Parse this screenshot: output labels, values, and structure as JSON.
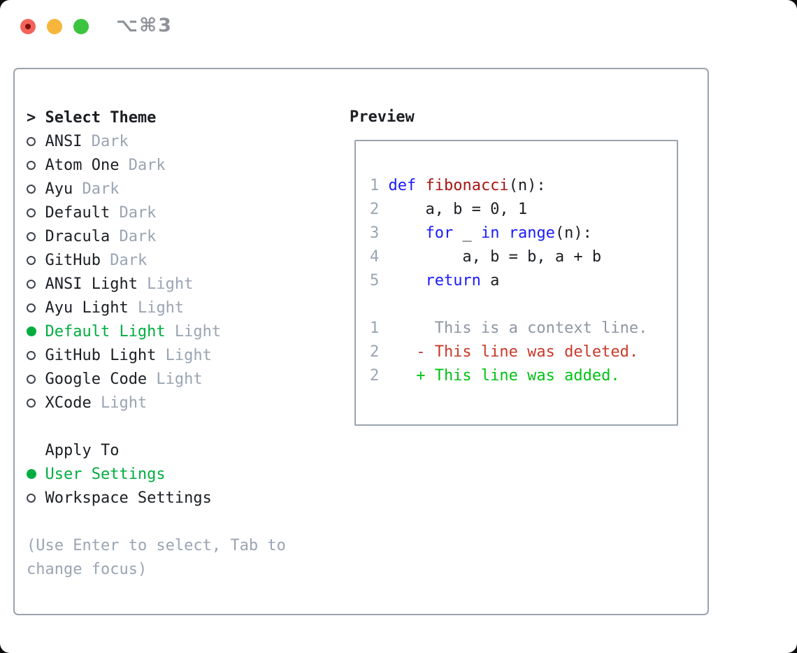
{
  "window": {
    "title": "⌥⌘3"
  },
  "colors": {
    "page-bg": "#0b0b0c",
    "window-bg": "#ffffff",
    "border": "#9aa3ae",
    "text": "#1b1e23",
    "muted": "#9aa4b2",
    "ctx": "#8e97a2",
    "green": "#00ad40",
    "add": "#00c214",
    "del": "#c9392a",
    "kw": "#1a1aff",
    "fn": "#a81414",
    "title-col": "#8e9298",
    "light-red": "#f2635a",
    "light-red-dot": "#79100c",
    "light-yellow": "#f5b63b",
    "light-green": "#3dc43e",
    "radio": "#3f454c"
  },
  "left": {
    "header_marker": ">",
    "header_label": "Select Theme",
    "themes": [
      {
        "name": "ANSI",
        "variant": "Dark",
        "selected": false
      },
      {
        "name": "Atom One",
        "variant": "Dark",
        "selected": false
      },
      {
        "name": "Ayu",
        "variant": "Dark",
        "selected": false
      },
      {
        "name": "Default",
        "variant": "Dark",
        "selected": false
      },
      {
        "name": "Dracula",
        "variant": "Dark",
        "selected": false
      },
      {
        "name": "GitHub",
        "variant": "Dark",
        "selected": false
      },
      {
        "name": "ANSI Light",
        "variant": "Light",
        "selected": false
      },
      {
        "name": "Ayu Light",
        "variant": "Light",
        "selected": false
      },
      {
        "name": "Default Light",
        "variant": "Light",
        "selected": true
      },
      {
        "name": "GitHub Light",
        "variant": "Light",
        "selected": false
      },
      {
        "name": "Google Code",
        "variant": "Light",
        "selected": false
      },
      {
        "name": "XCode",
        "variant": "Light",
        "selected": false
      }
    ],
    "apply_header": "Apply To",
    "apply_options": [
      {
        "name": "User Settings",
        "selected": true
      },
      {
        "name": "Workspace Settings",
        "selected": false
      }
    ],
    "hint_lines": [
      "(Use Enter to select, Tab to",
      "change focus)"
    ]
  },
  "preview": {
    "label": "Preview",
    "lines": [
      {
        "kind": "py",
        "num": "1",
        "parts": [
          [
            "kw",
            "def"
          ],
          [
            "plain",
            " "
          ],
          [
            "fn",
            "fibonacci"
          ],
          [
            "plain",
            "(n):"
          ]
        ]
      },
      {
        "kind": "py",
        "num": "2",
        "parts": [
          [
            "plain",
            "    a, b = 0, 1"
          ]
        ]
      },
      {
        "kind": "py",
        "num": "3",
        "parts": [
          [
            "plain",
            "    "
          ],
          [
            "kw",
            "for"
          ],
          [
            "plain",
            " _ "
          ],
          [
            "kw",
            "in"
          ],
          [
            "plain",
            " "
          ],
          [
            "kw",
            "range"
          ],
          [
            "plain",
            "(n):"
          ]
        ]
      },
      {
        "kind": "py",
        "num": "4",
        "parts": [
          [
            "plain",
            "        a, b = b, a + b"
          ]
        ]
      },
      {
        "kind": "py",
        "num": "5",
        "parts": [
          [
            "plain",
            "    "
          ],
          [
            "kw",
            "return"
          ],
          [
            "plain",
            " a"
          ]
        ]
      },
      {
        "kind": "blank",
        "num": "",
        "parts": []
      },
      {
        "kind": "ctx",
        "num": "1",
        "parts": [
          [
            "ctx",
            "     This is a context line."
          ]
        ]
      },
      {
        "kind": "del",
        "num": "2",
        "parts": [
          [
            "del",
            "   - This line was deleted."
          ]
        ]
      },
      {
        "kind": "add",
        "num": "2",
        "parts": [
          [
            "add",
            "   + This line was added."
          ]
        ]
      }
    ]
  }
}
